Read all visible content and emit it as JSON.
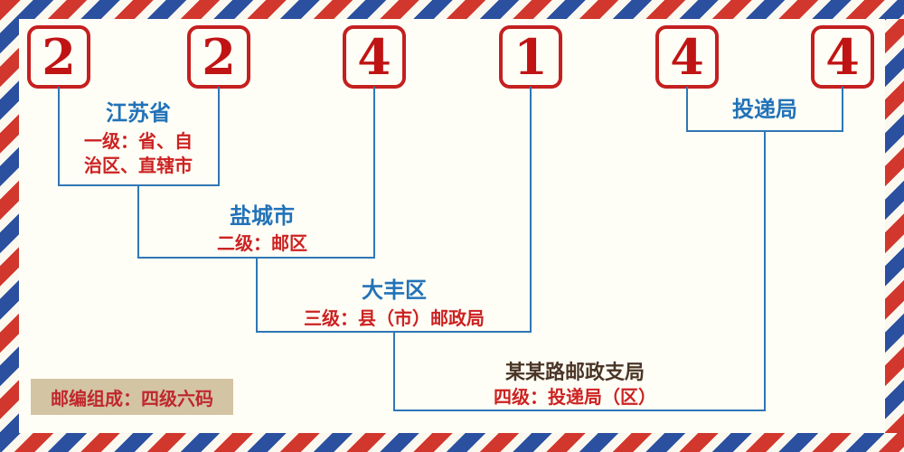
{
  "postal_code": {
    "value": "224144",
    "digits": [
      "2",
      "2",
      "4",
      "1",
      "4",
      "4"
    ]
  },
  "levels": [
    {
      "name": "江苏省",
      "desc_lines": [
        "一级：省、自",
        "治区、直辖市"
      ]
    },
    {
      "name": "盐城市",
      "desc_lines": [
        "二级：邮区"
      ]
    },
    {
      "name": "大丰区",
      "desc_lines": [
        "三级：县（市）邮政局"
      ]
    },
    {
      "name": "某某路邮政支局",
      "desc_lines": [
        "四级：投递局（区）"
      ]
    }
  ],
  "delivery_office_label": "投递局",
  "badge": {
    "text": "邮编组成：四级六码"
  },
  "colors": {
    "digit_red": "#c01414",
    "box_border_red": "#c42020",
    "line_blue": "#2e77b5",
    "name_blue": "#2272b8",
    "desc_red": "#cc2222",
    "branch_brown": "#4a3526",
    "badge_bg": "#d3c4a4",
    "badge_text": "#c0282d",
    "border_stripe_red": "#d2372e",
    "border_stripe_blue": "#2b50a0",
    "background_cream": "#fffef6"
  }
}
